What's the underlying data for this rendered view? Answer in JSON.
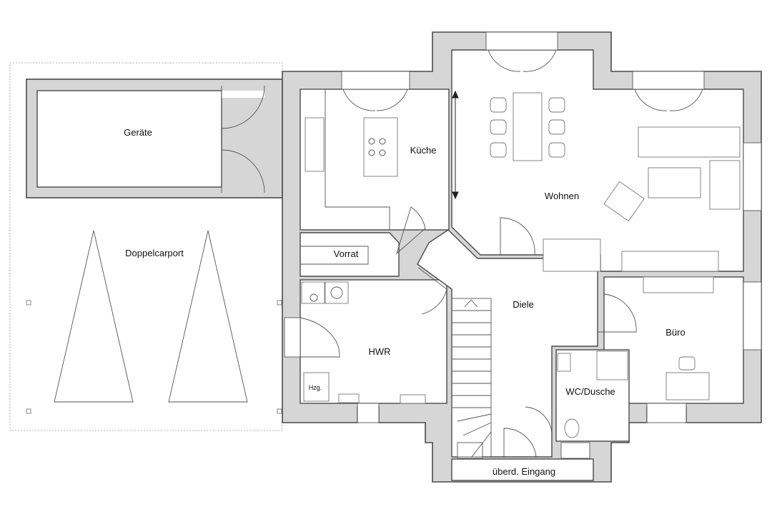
{
  "plan": {
    "rooms": {
      "geraete": "Geräte",
      "carport": "Doppelcarport",
      "kueche": "Küche",
      "wohnen": "Wohnen",
      "vorrat": "Vorrat",
      "diele": "Diele",
      "hwr": "HWR",
      "buero": "Büro",
      "wc": "WC/Dusche",
      "eingang": "überd. Eingang"
    },
    "fixtures": {
      "heating": "Hzg."
    }
  }
}
